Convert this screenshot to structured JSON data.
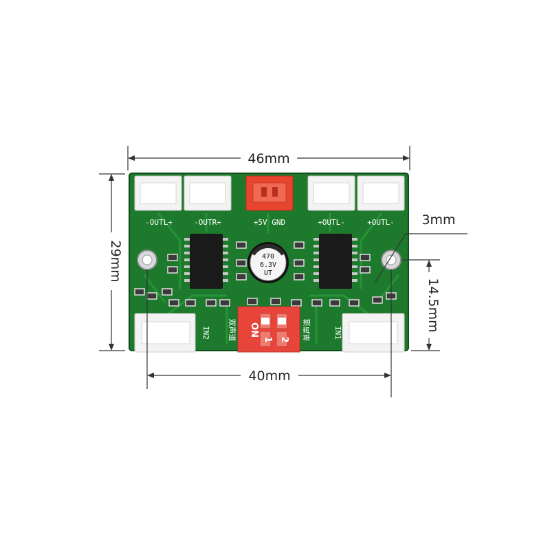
{
  "dimensions": {
    "width_top": "46mm",
    "height_left": "29mm",
    "hole_diameter": "3mm",
    "hole_offset": "14.5mm",
    "width_bottom": "40mm"
  },
  "connectors": {
    "out_l_neg": "-OUTL+",
    "out_r": "-OUTR+",
    "power": "+5V GND",
    "out_l_pos": "+OUTL-",
    "out_l_right": "+OUTL-"
  },
  "inputs": {
    "in2": "IN2",
    "in1": "IN1"
  },
  "capacitor": {
    "value": "470",
    "voltage": "6.3V",
    "series": "UT"
  },
  "dip_switch": {
    "on_label": "ON",
    "pos1": "1",
    "pos2": "2",
    "left_text": "双声道",
    "right_text": "单声道"
  },
  "colors": {
    "pcb": "#1e7a2e",
    "pcb_dark": "#145a20",
    "connector": "#f2f2f2",
    "power_connector": "#e8452e",
    "dip": "#e8453a",
    "chip": "#1a1a1a"
  }
}
